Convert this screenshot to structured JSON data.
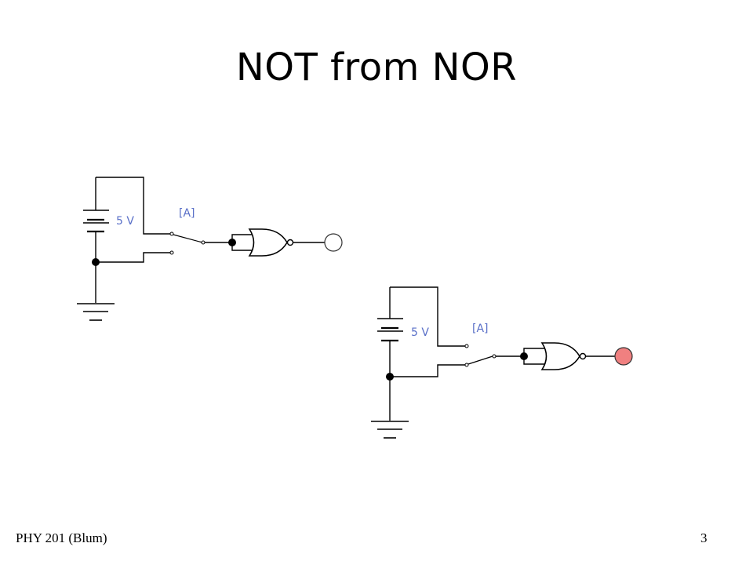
{
  "slide": {
    "title": "NOT from NOR",
    "footer_left": "PHY 201 (Blum)",
    "page_number": "3"
  },
  "circuits": [
    {
      "id": "circuit-switch-low",
      "battery_label": "5 V",
      "switch_label": "[A]",
      "output_led": {
        "state": "off",
        "color": "#ffffff"
      }
    },
    {
      "id": "circuit-switch-high",
      "battery_label": "5 V",
      "switch_label": "[A]",
      "output_led": {
        "state": "on",
        "color": "#f08080"
      }
    }
  ]
}
